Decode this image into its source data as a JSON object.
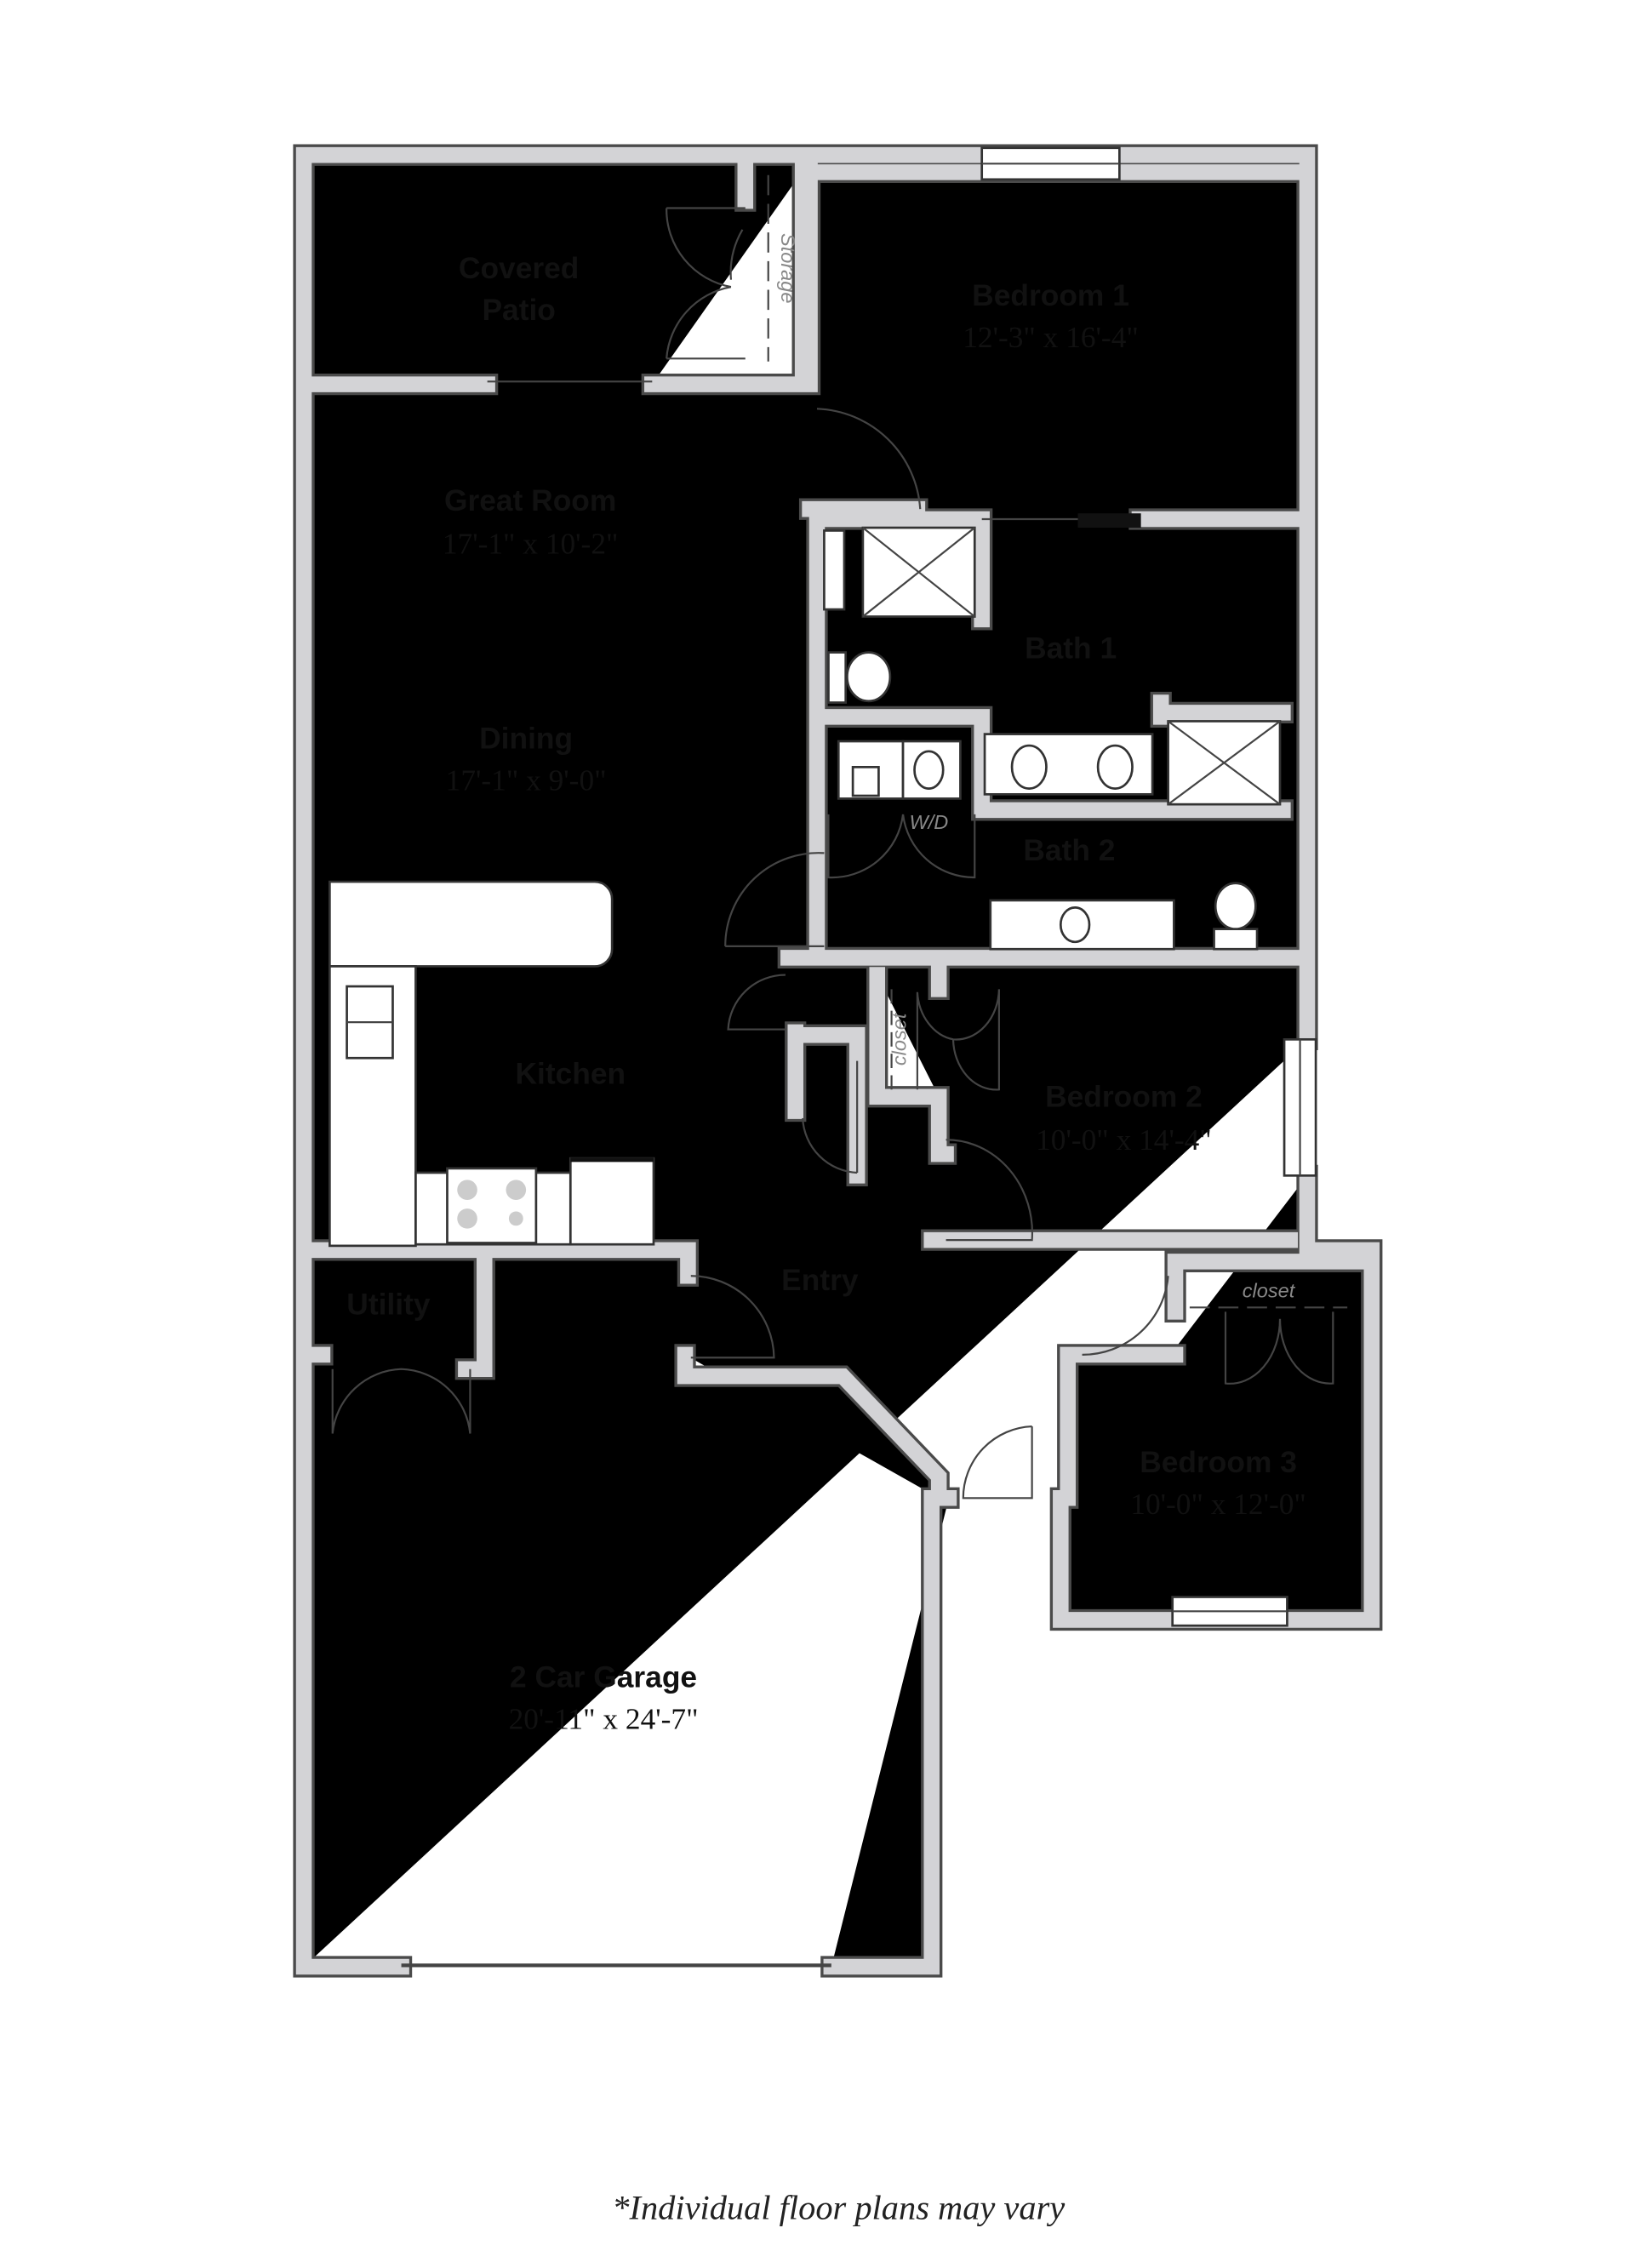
{
  "rooms": {
    "covered_patio": {
      "line1": "Covered",
      "line2": "Patio"
    },
    "bedroom1": {
      "name": "Bedroom 1",
      "size": "12'-3\" x 16'-4\""
    },
    "great_room": {
      "name": "Great Room",
      "size": "17'-1\" x 10'-2\""
    },
    "bath1": {
      "name": "Bath 1"
    },
    "dining": {
      "name": "Dining",
      "size": "17'-1\" x 9'-0\""
    },
    "bath2": {
      "name": "Bath 2"
    },
    "kitchen": {
      "name": "Kitchen"
    },
    "bedroom2": {
      "name": "Bedroom 2",
      "size": "10'-0\" x 14'-4\""
    },
    "entry": {
      "name": "Entry"
    },
    "utility": {
      "name": "Utility"
    },
    "bedroom3": {
      "name": "Bedroom 3",
      "size": "10'-0\" x 12'-0\""
    },
    "garage": {
      "name": "2 Car Garage",
      "size": "20'-11\" x 24'-7\""
    }
  },
  "small_labels": {
    "storage": "Storage",
    "wd": "W/D",
    "closet_bed2": "closet",
    "closet_bed3": "closet"
  },
  "footnote": "*Individual floor plans may vary",
  "colors": {
    "wall_fill": "#d3d3d6",
    "wall_outline": "#4a4a4a",
    "background": "#ffffff"
  }
}
